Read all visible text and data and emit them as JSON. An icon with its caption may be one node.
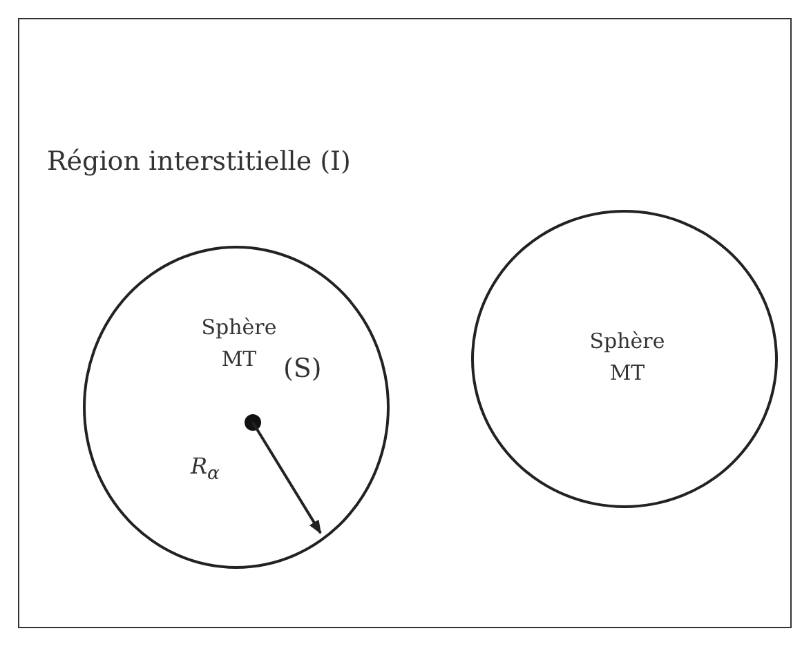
{
  "diagram": {
    "nodes": [
      {
        "text": [
          "Région interstitielle (I)"
        ]
      },
      {
        "text": [
          "Sphère MT",
          "(S)"
        ],
        "in": 0
      },
      {
        "text": [
          "Sphère MT"
        ],
        "in": 0
      }
    ],
    "labels": [
      "R$_{α}$"
    ]
  }
}
